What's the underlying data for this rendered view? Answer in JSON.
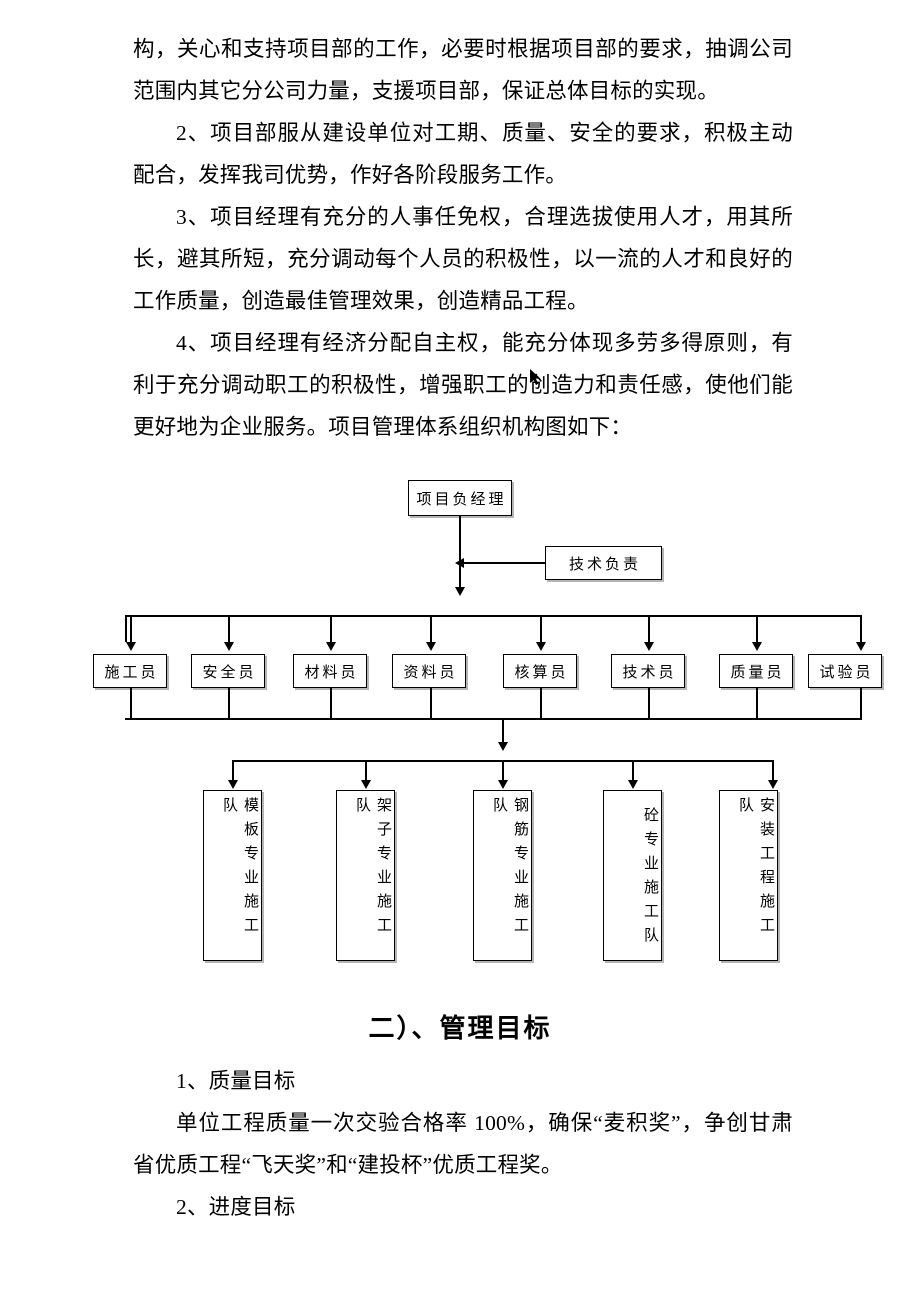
{
  "document": {
    "paragraphs_top": [
      "构，关心和支持项目部的工作，必要时根据项目部的要求，抽调公司范围内其它分公司力量，支援项目部，保证总体目标的实现。",
      "2、项目部服从建设单位对工期、质量、安全的要求，积极主动配合，发挥我司优势，作好各阶段服务工作。",
      "3、项目经理有充分的人事任免权，合理选拔使用人才，用其所长，避其所短，充分调动每个人员的积极性，以一流的人才和良好的工作质量，创造最佳管理效果，创造精品工程。",
      "4、项目经理有经济分配自主权，能充分体现多劳多得原则，有利于充分调动职工的积极性，增强职工的创造力和责任感，使他们能更好地为企业服务。项目管理体系组织机构图如下："
    ],
    "section_heading": "二）、管理目标",
    "paragraphs_bottom": [
      "1、质量目标",
      "单位工程质量一次交验合格率 100%，确保“麦积奖”，争创甘肃省优质工程“飞天奖”和“建投杯”优质工程奖。",
      "2、进度目标"
    ]
  },
  "org_chart": {
    "top_box": "项目负经理",
    "tech_box": "技术负责",
    "staff_row": [
      "施工员",
      "安全员",
      "材料员",
      "资料员",
      "核算员",
      "技术员",
      "质量员",
      "试验员"
    ],
    "teams_row": [
      "模板专业施工队",
      "架子专业施工队",
      "钢筋专业施工队",
      "砼专业施工队",
      "安装工程施工队"
    ]
  },
  "colors": {
    "text": "#000000",
    "page_background": "#ffffff",
    "box_border": "#000000",
    "box_shadow": "#787878"
  }
}
